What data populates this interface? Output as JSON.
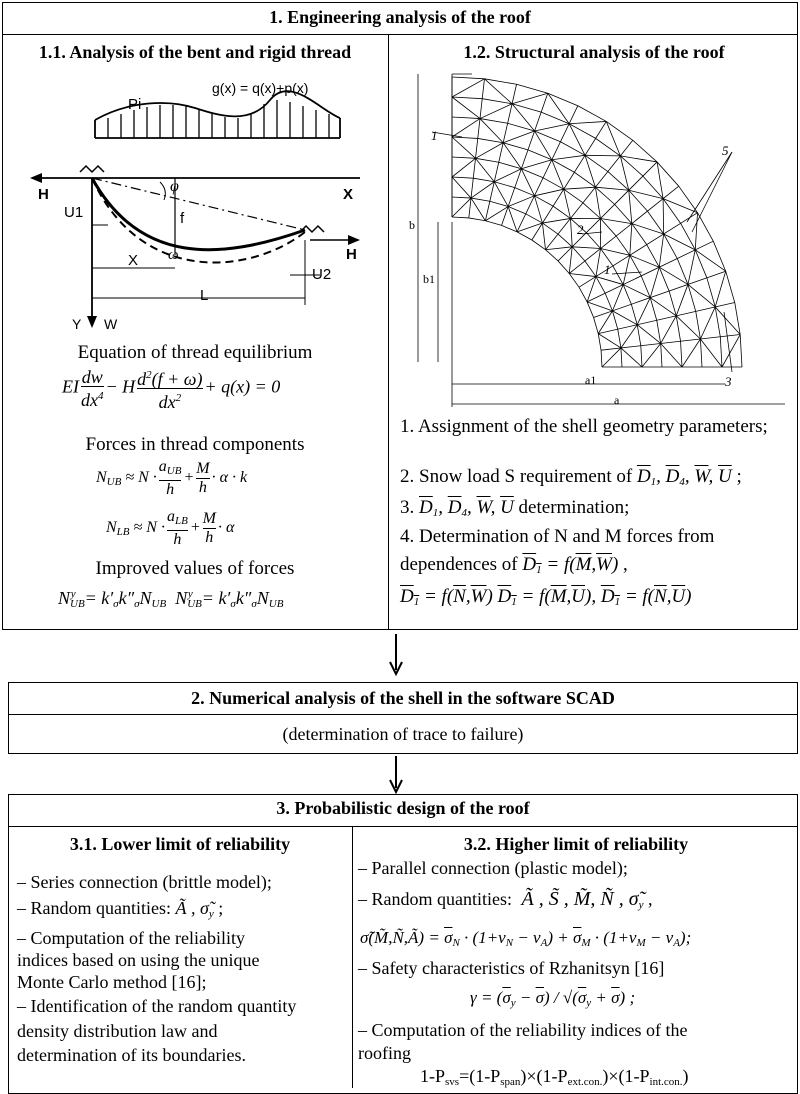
{
  "section1": {
    "title": "1. Engineering analysis of the roof",
    "sub1_title": "1.1. Analysis of the bent and rigid thread",
    "sub2_title": "1.2. Structural analysis of the roof",
    "fig1_labels": {
      "load": "g(x) = q(x)+p(x)",
      "pi": "Pi",
      "h_left": "H",
      "h_right": "H",
      "x_axis": "X",
      "u1": "U1",
      "u2": "U2",
      "f": "f",
      "phi": "φ",
      "omega": "ω",
      "x": "X",
      "l": "L",
      "yw": "Y",
      "w": "W"
    },
    "eq_title": "Equation of thread equilibrium",
    "forces_title": "Forces in thread components",
    "improved_title": "Improved values of forces",
    "fig2_labels": {
      "one_a": "1",
      "one_b": "1",
      "two": "2",
      "five": "5",
      "three": "3",
      "b": "b",
      "b1": "b1",
      "a1": "a1",
      "a": "a"
    },
    "steps": {
      "s1": "1. Assignment of the shell geometry parameters;",
      "s2_prefix": "2. Snow load S requirement of",
      "s3_suffix": "determination;",
      "s4a": "4. Determination of N and M forces from",
      "s4b_prefix": "dependences of"
    }
  },
  "section2": {
    "title": "2. Numerical analysis of the shell in the software SCAD",
    "subtitle": "(determination of trace to failure)"
  },
  "section3": {
    "title": "3. Probabilistic design of the roof",
    "left": {
      "title": "3.1. Lower limit of reliability",
      "l1": "– Series connection (brittle model);",
      "l2_prefix": "– Random quantities:",
      "l3a": "– Computation   of   the   reliability",
      "l3b": "indices based on using the unique",
      "l3c": "Monte Carlo method [16];",
      "l4a": "– Identification of the random quantity",
      "l4b": "density     distribution     law     and",
      "l4c": "determination of its boundaries."
    },
    "right": {
      "title": "3.2. Higher limit of reliability",
      "r1": "– Parallel connection (plastic model);",
      "r2_prefix": "– Random quantities:",
      "r3": "–  Safety characteristics of Rzhanitsyn [16]",
      "r4a": "–  Computation  of  the  reliability  indices  of  the",
      "r4b": "roofing",
      "r5": "1-P"
    }
  }
}
